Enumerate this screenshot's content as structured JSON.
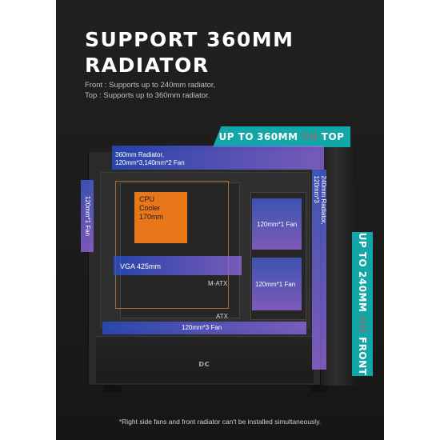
{
  "headline": {
    "line1": "SUPPORT 360MM",
    "line2": "RADIATOR"
  },
  "subtext": {
    "line1": "Front : Supports up to 240mm radiator,",
    "line2": "Top : Supports up to 360mm radiator."
  },
  "top_badge": {
    "part1": "UP TO",
    "part2": "360MM",
    "part3": "ON",
    "part4": "TOP"
  },
  "right_badge": {
    "part1": "UP TO",
    "part2": "240MM",
    "part3": "ON",
    "part4": "FRONT"
  },
  "labels": {
    "top_radiator_line1": "360mm Radiator,",
    "top_radiator_line2": "120mm*3,140mm*2 Fan",
    "left_fan": "120mm*1 Fan",
    "front_radiator_line1": "240mm Radiator,",
    "front_radiator_line2": "120mm*3",
    "cpu_line1": "CPU",
    "cpu_line2": "Cooler",
    "cpu_line3": "170mm",
    "vga": "VGA 425mm",
    "fan_upper": "120mm*1 Fan",
    "fan_lower": "120mm*1 Fan",
    "matx": "M-ATX",
    "atx": "ATX",
    "bottom_fans": "120mm*3 Fan",
    "logo": "ᴅᴄ"
  },
  "footnote": "*Right side fans and front radiator can't be installed simultaneously.",
  "colors": {
    "accent_teal": "#13a6a9",
    "cpu_orange": "#e8771a",
    "overlay_blue": "#2850dc",
    "overlay_violet": "#966ef0"
  }
}
